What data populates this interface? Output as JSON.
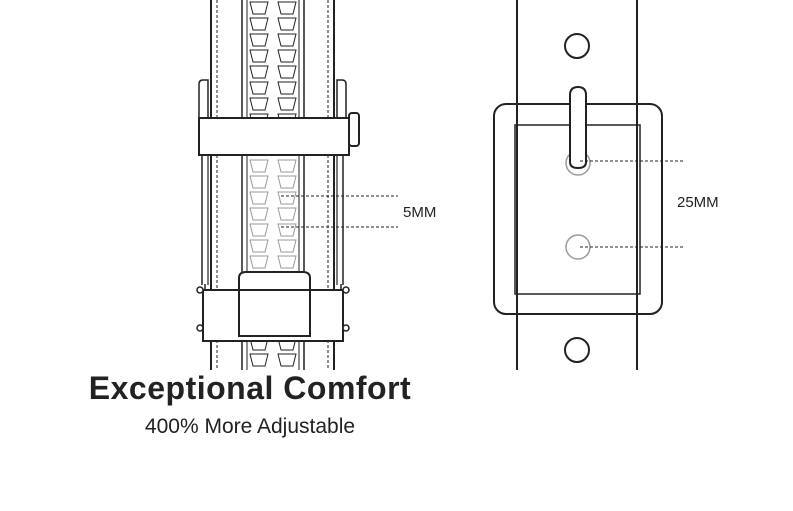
{
  "diagram": {
    "ratchet_gap_label": "5MM",
    "buckle_hole_spacing_label": "25MM",
    "title": "Exceptional Comfort",
    "subtitle": "400% More Adjustable"
  },
  "colors": {
    "stroke": "#222222",
    "light_stroke": "#9a9a9a",
    "background": "#ffffff"
  }
}
